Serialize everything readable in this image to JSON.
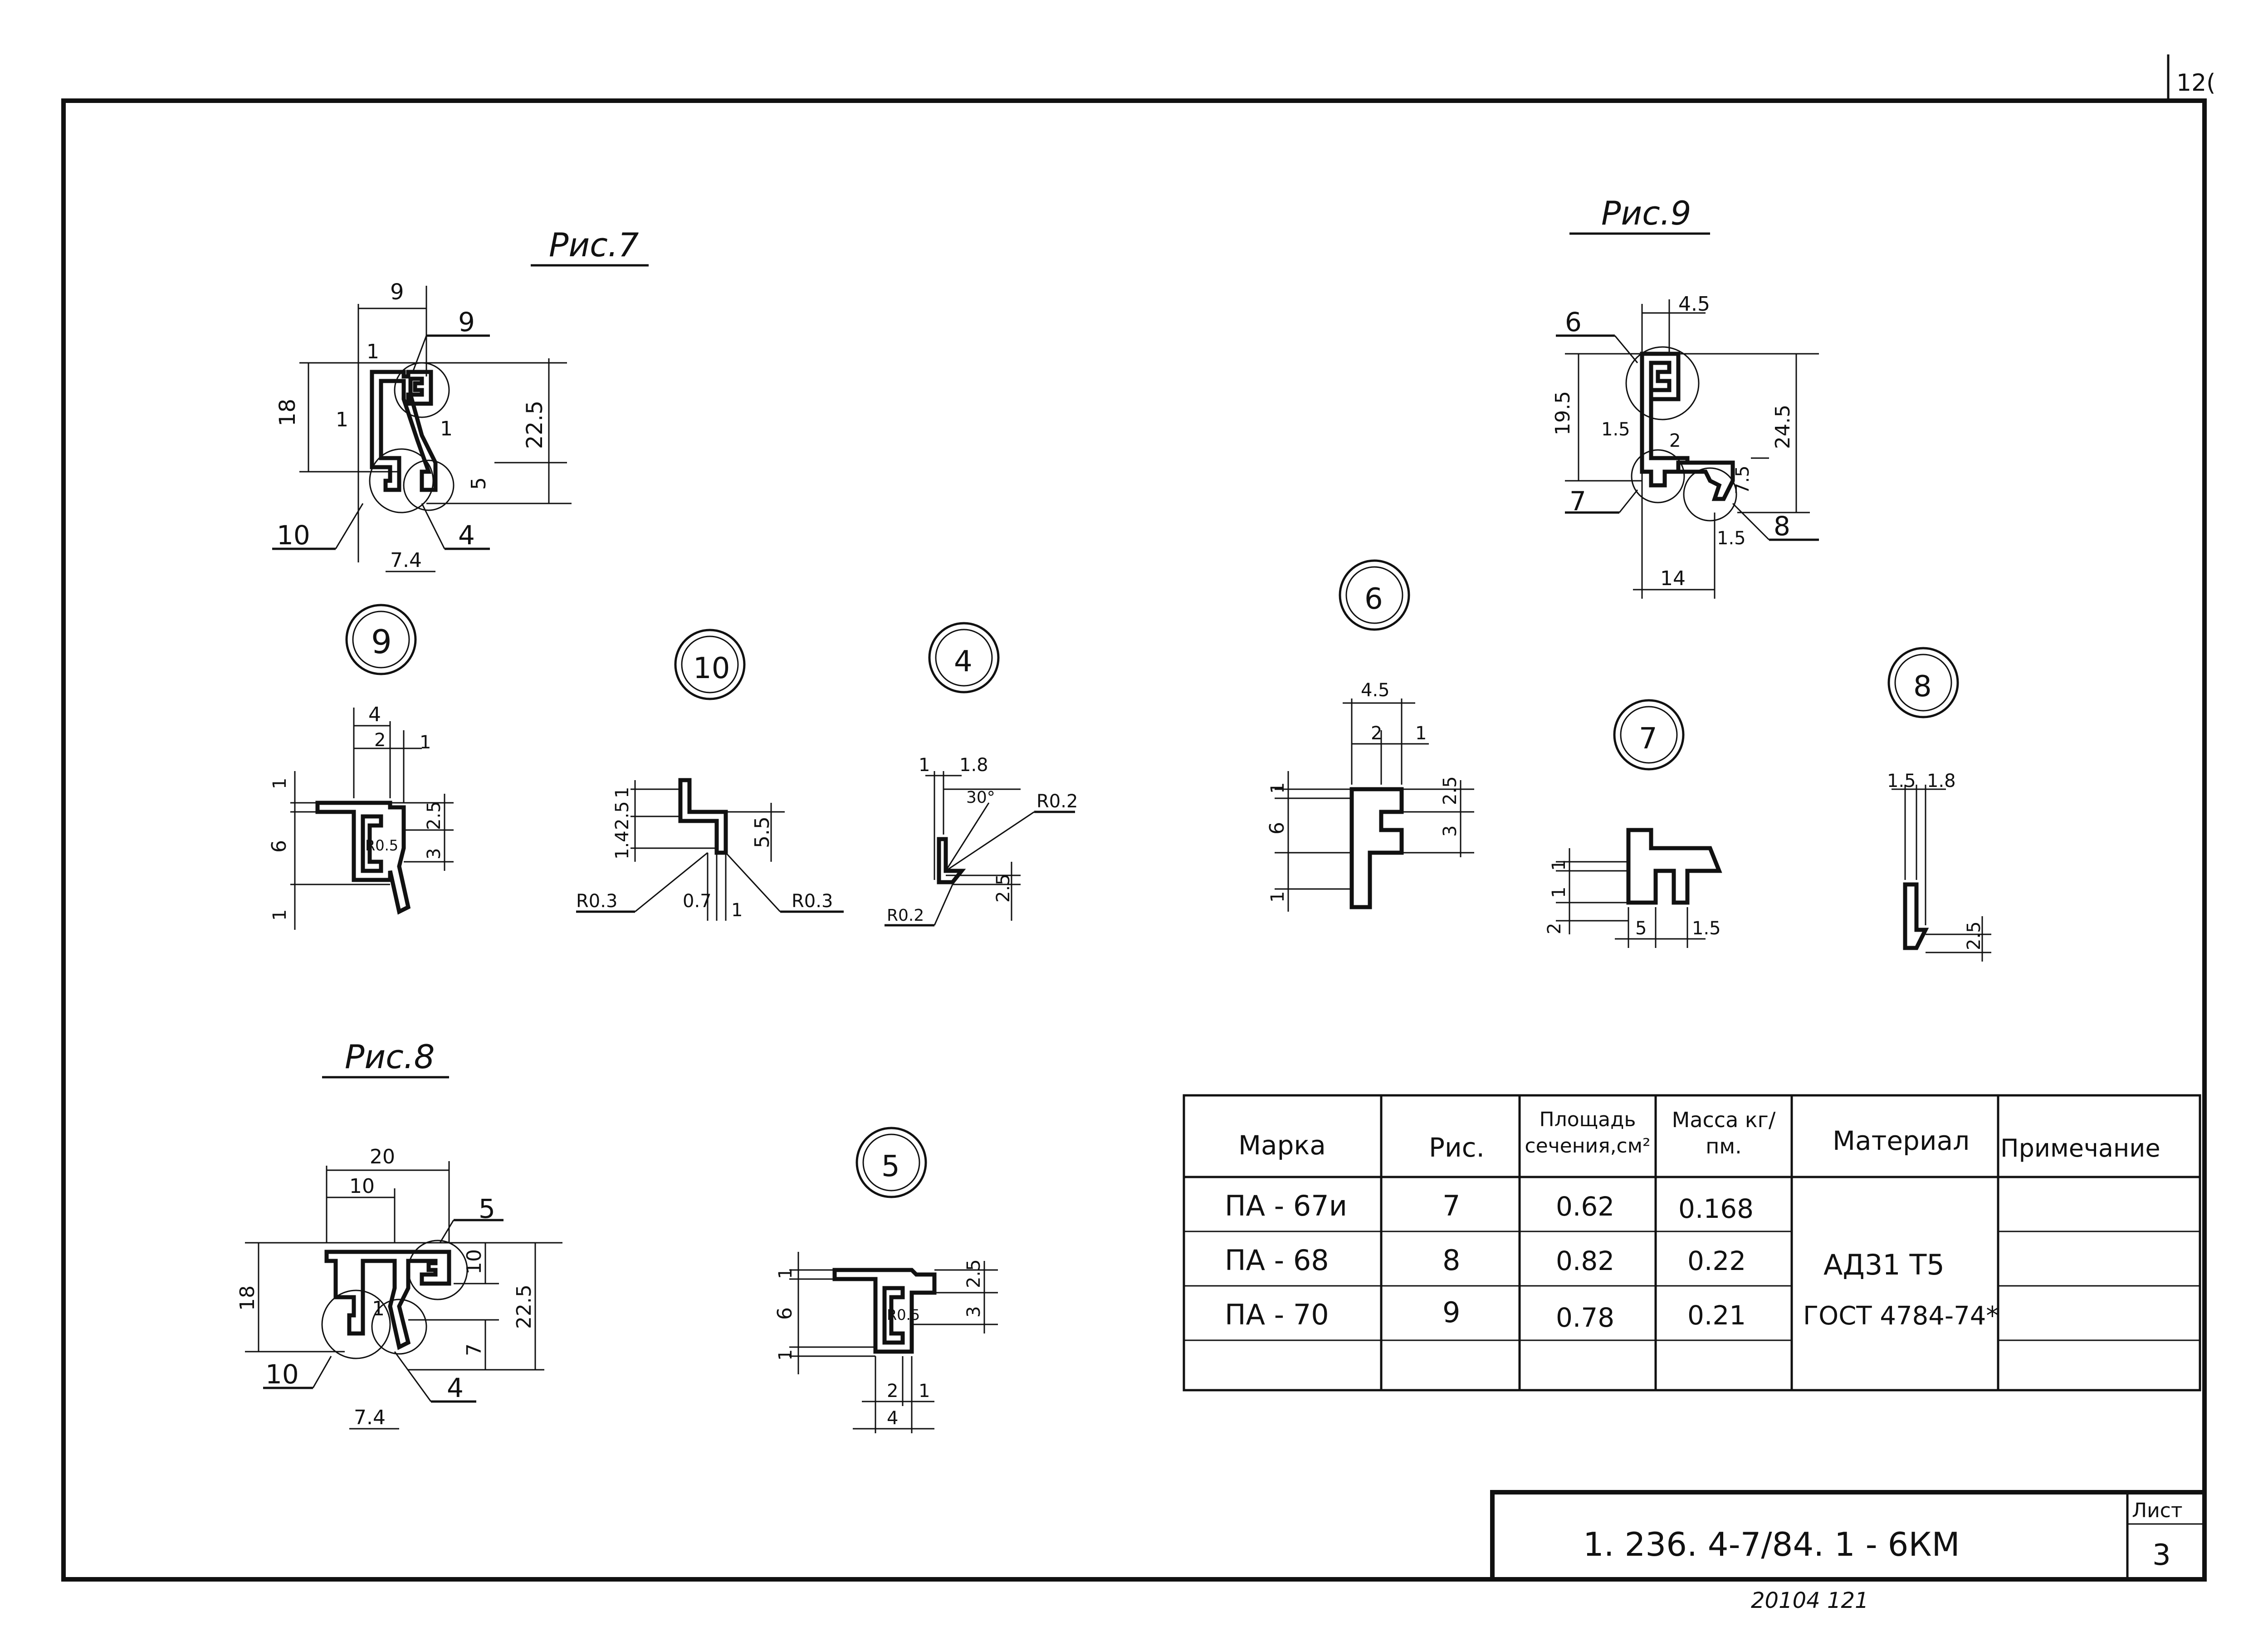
{
  "corner_page": "12(",
  "figures": {
    "fig7": "Рис.7",
    "fig8": "Рис.8",
    "fig9": "Рис.9"
  },
  "fig7_dims": [
    "9",
    "9",
    "18",
    "22.5",
    "1",
    "1",
    "1",
    "5",
    "7.4",
    "10",
    "4"
  ],
  "fig9_dims": [
    "4.5",
    "6",
    "19.5",
    "1.5",
    "2",
    "24.5",
    "7.5",
    "7",
    "8",
    "1.5",
    "14"
  ],
  "fig8_dims": [
    "20",
    "10",
    "5",
    "18",
    "10",
    "22.5",
    "1",
    "7",
    "7.4",
    "10",
    "4"
  ],
  "details": {
    "d9": {
      "label": "9",
      "dims": [
        "4",
        "2",
        "1",
        "1",
        "6",
        "2.5",
        "3",
        "R0.5",
        "1"
      ]
    },
    "d10": {
      "label": "10",
      "dims": [
        "1",
        "1.4",
        "2.5",
        "5.5",
        "R0.3",
        "0.7",
        "1",
        "R0.3"
      ]
    },
    "d4": {
      "label": "4",
      "dims": [
        "1",
        "1.8",
        "30°",
        "R0.2",
        "2.5",
        "R0.2"
      ]
    },
    "d6": {
      "label": "6",
      "dims": [
        "4.5",
        "2",
        "1",
        "1",
        "6",
        "2.5",
        "3",
        "1"
      ]
    },
    "d7": {
      "label": "7",
      "dims": [
        "1",
        "1",
        "2",
        "5",
        "1.5"
      ]
    },
    "d8": {
      "label": "8",
      "dims": [
        "1.5",
        "1.8",
        "2.5"
      ]
    },
    "d5": {
      "label": "5",
      "dims": [
        "1",
        "6",
        "1",
        "2.5",
        "R0.5",
        "3",
        "2",
        "1",
        "4"
      ]
    }
  },
  "table": {
    "headers": [
      "Марка",
      "Рис.",
      "Площадь сечения,см²",
      "Масса кг/пм.",
      "Материал",
      "Примечание"
    ],
    "rows": [
      {
        "marka": "ПА - 67и",
        "ris": "7",
        "area": "0.62",
        "mass": "0.168"
      },
      {
        "marka": "ПА - 68",
        "ris": "8",
        "area": "0.82",
        "mass": "0.22"
      },
      {
        "marka": "ПА - 70",
        "ris": "9",
        "area": "0.78",
        "mass": "0.21"
      }
    ],
    "material_line1": "АД31 Т5",
    "material_line2": "ГОСТ 4784-74*"
  },
  "stamp": {
    "code": "1. 236. 4-7/84. 1 - 6КМ",
    "sheet_label": "Лист",
    "sheet_number": "3"
  },
  "footer": "20104 121"
}
